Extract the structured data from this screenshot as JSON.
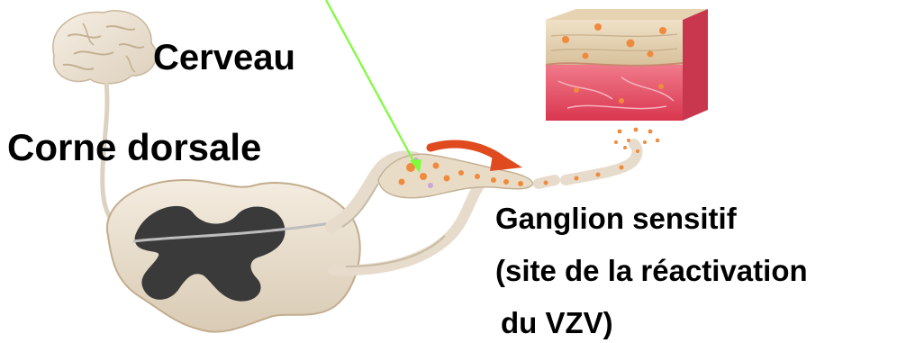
{
  "labels": {
    "brain": "Cerveau",
    "dorsal_horn": "Corne dorsale",
    "ganglion_line1": "Ganglion sensitif",
    "ganglion_line2": "(site de la réactivation",
    "ganglion_line3": "du VZV)"
  },
  "colors": {
    "pointer_line": "#7CFC3A",
    "virus_arrow": "#E04A1F",
    "nerve_tissue": "#EDE3D1",
    "gray_matter": "#3A3A3A",
    "skin_dermis": "#E8506A",
    "virus_particle": "#F08A3C"
  }
}
